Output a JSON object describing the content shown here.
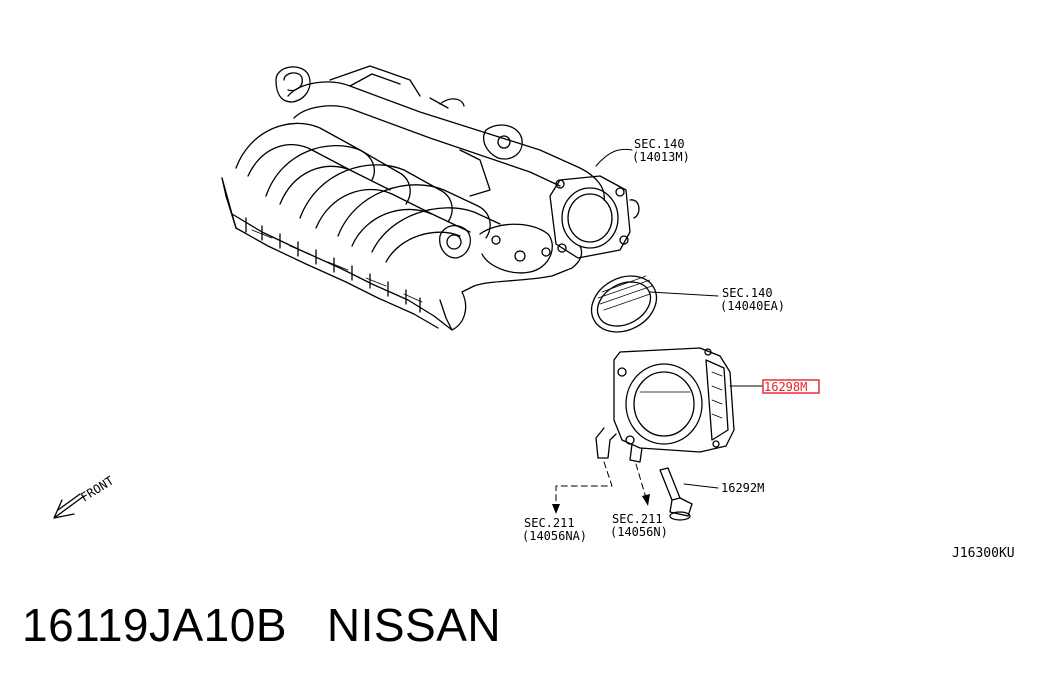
{
  "diagram": {
    "callouts": [
      {
        "sec": "SEC.140",
        "code": "(14013M)"
      },
      {
        "sec": "SEC.140",
        "code": "(14040EA)"
      },
      {
        "part": "16298M",
        "highlight_color": "#e8202a"
      },
      {
        "part": "16292M"
      },
      {
        "sec": "SEC.211",
        "code": "(14056NA)"
      },
      {
        "sec": "SEC.211",
        "code": "(14056N)"
      }
    ],
    "front_label": "FRONT",
    "figure_code": "J16300KU"
  },
  "caption": {
    "part_number": "16119JA10B",
    "brand": "NISSAN"
  }
}
